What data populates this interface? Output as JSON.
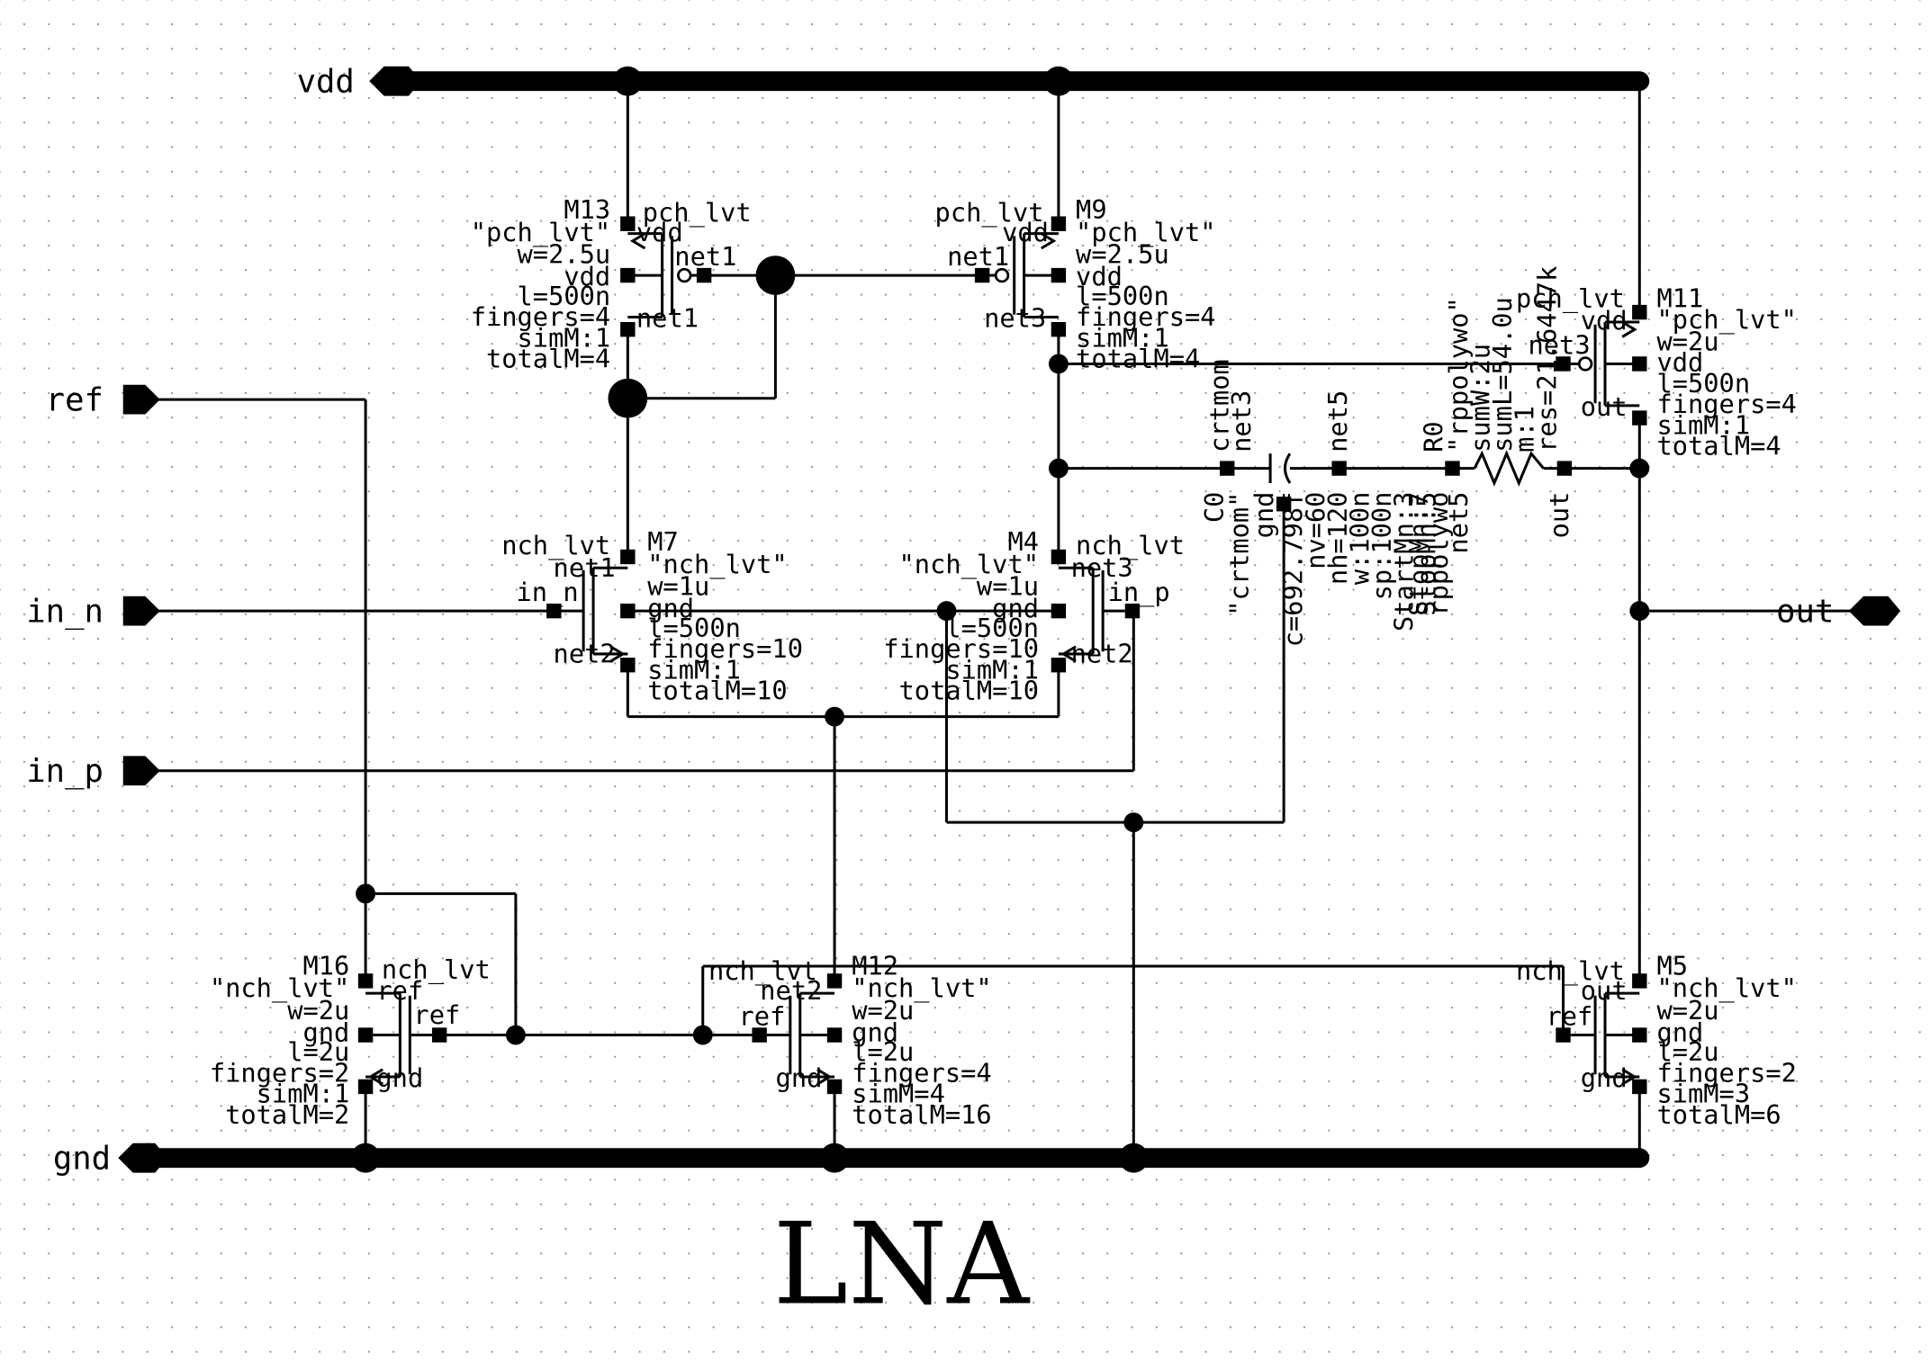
{
  "title": "LNA",
  "pins": {
    "vdd": "vdd",
    "gnd": "gnd",
    "ref": "ref",
    "in_n": "in_n",
    "in_p": "in_p",
    "out": "out"
  },
  "devices": {
    "M13": {
      "name": "M13",
      "model": "pch_lvt",
      "cell": "\"pch_lvt\"",
      "w": "w=2.5u",
      "l": "l=500n",
      "fingers": "fingers=4",
      "simM": "simM:1",
      "totalM": "totalM=4",
      "d": "net1",
      "g": "net1",
      "s": "vdd",
      "b": "vdd"
    },
    "M9": {
      "name": "M9",
      "model": "pch_lvt",
      "cell": "\"pch_lvt\"",
      "w": "w=2.5u",
      "l": "l=500n",
      "fingers": "fingers=4",
      "simM": "simM:1",
      "totalM": "totalM=4",
      "d": "net3",
      "g": "net1",
      "s": "vdd",
      "b": "vdd"
    },
    "M11": {
      "name": "M11",
      "model": "pch_lvt",
      "cell": "\"pch_lvt\"",
      "w": "w=2u",
      "l": "l=500n",
      "fingers": "fingers=4",
      "simM": "simM:1",
      "totalM": "totalM=4",
      "d": "out",
      "g": "net3",
      "s": "vdd",
      "b": "vdd"
    },
    "M7": {
      "name": "M7",
      "model": "nch_lvt",
      "cell": "\"nch_lvt\"",
      "w": "w=1u",
      "l": "l=500n",
      "fingers": "fingers=10",
      "simM": "simM:1",
      "totalM": "totalM=10",
      "d": "net1",
      "g": "in_n",
      "s": "net2",
      "b": "gnd"
    },
    "M4": {
      "name": "M4",
      "model": "nch_lvt",
      "cell": "\"nch_lvt\"",
      "w": "w=1u",
      "l": "l=500n",
      "fingers": "fingers=10",
      "simM": "simM:1",
      "totalM": "totalM=10",
      "d": "net3",
      "g": "in_p",
      "s": "net2",
      "b": "gnd"
    },
    "M16": {
      "name": "M16",
      "model": "nch_lvt",
      "cell": "\"nch_lvt\"",
      "w": "w=2u",
      "l": "l=2u",
      "fingers": "fingers=2",
      "simM": "simM:1",
      "totalM": "totalM=2",
      "d": "ref",
      "g": "ref",
      "s": "gnd",
      "b": "gnd"
    },
    "M12": {
      "name": "M12",
      "model": "nch_lvt",
      "cell": "\"nch_lvt\"",
      "w": "w=2u",
      "l": "l=2u",
      "fingers": "fingers=4",
      "simM": "simM=4",
      "totalM": "totalM=16",
      "d": "net2",
      "g": "ref",
      "s": "gnd",
      "b": "gnd"
    },
    "M5": {
      "name": "M5",
      "model": "nch_lvt",
      "cell": "\"nch_lvt\"",
      "w": "w=2u",
      "l": "l=2u",
      "fingers": "fingers=2",
      "simM": "simM=3",
      "totalM": "totalM=6",
      "d": "out",
      "g": "ref",
      "s": "gnd",
      "b": "gnd"
    }
  },
  "capacitor": {
    "model": "crtmom",
    "term1": "net3",
    "term2": "net5",
    "gnd": "gnd",
    "name": "C0",
    "cell": "\"crtmom\"",
    "params": [
      "c=692.798f",
      "nv=60",
      "nh=120",
      "w:100n",
      "sp:100n",
      "StartMn:3",
      "StopMn:5"
    ]
  },
  "resistor": {
    "name": "R0",
    "cell": "\"rppolywo\"",
    "term1": "net5",
    "term2": "out",
    "params": [
      "sumW:2u",
      "sumL=54.0u",
      "m:1",
      "res=21.6447k"
    ],
    "overlap": [
      "rppolywo",
      "StopMn:7"
    ]
  }
}
